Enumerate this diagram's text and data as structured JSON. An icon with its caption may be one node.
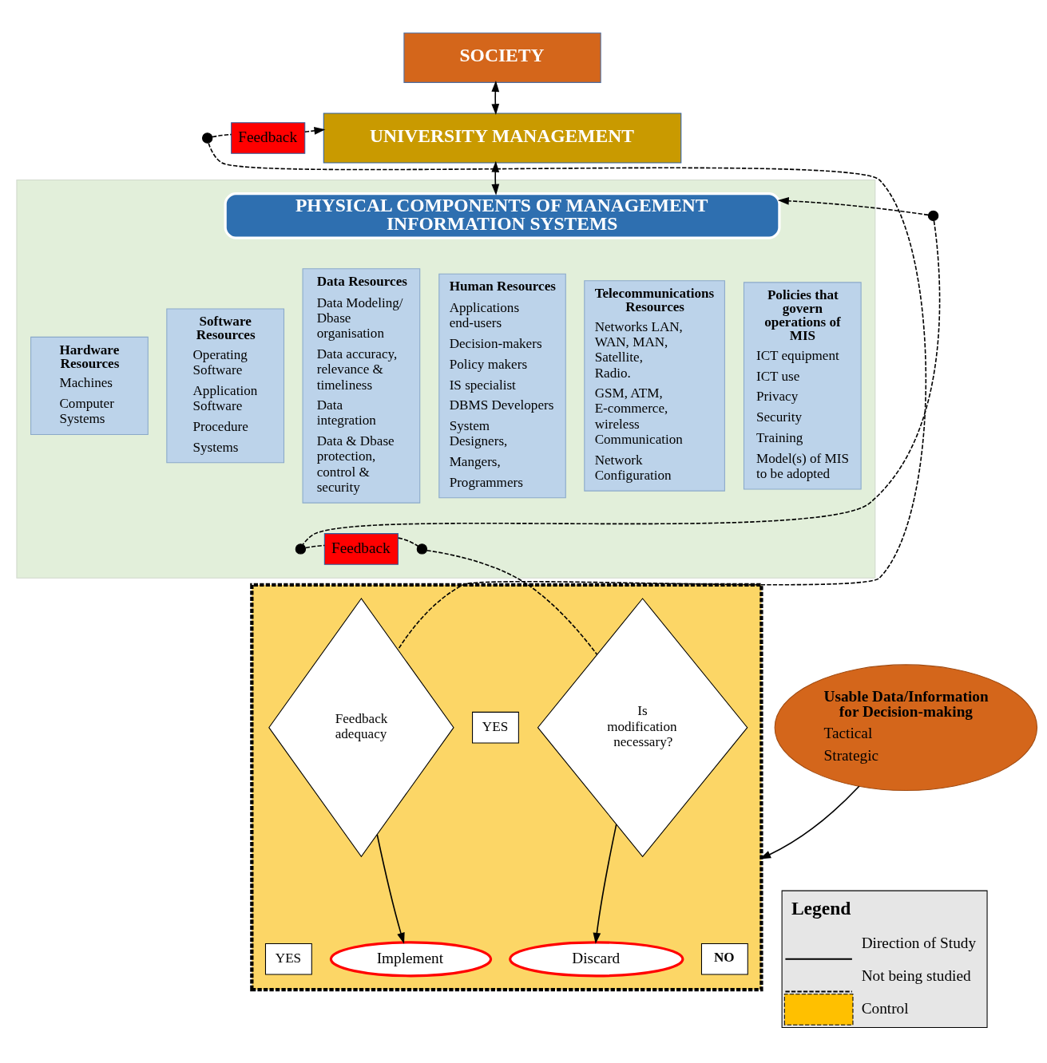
{
  "diagram": {
    "nodes": [
      {
        "text": [
          "SOCIETY"
        ]
      },
      {
        "text": [],
        "shape": "circle"
      },
      {
        "text": [
          "Feedback"
        ]
      },
      {
        "text": [
          "UNIVERSITY MANAGEMENT"
        ]
      },
      {
        "text": [],
        "shape": "box"
      },
      {
        "text": [],
        "shape": "circle"
      },
      {
        "text": [
          "PHYSICAL COMPONENTS OF MANAGEMENT INFORMATION SYSTEMS"
        ],
        "in": 4
      },
      {
        "text": [
          "Hardware Resources",
          "Machines",
          "Computer Systems"
        ],
        "in": 4
      },
      {
        "text": [
          "Software Resources",
          "Operating Software",
          "Application Software",
          "Procedure",
          "Systems"
        ],
        "in": 4
      },
      {
        "text": [
          "Data Resources",
          "Data Modeling/ Dbase organisation",
          "Data accuracy, relevance & timeliness",
          "Data integration",
          "Data & Dbase protection, control & security"
        ],
        "in": 4
      },
      {
        "text": [
          "Human Resources",
          "Applications end-users",
          "Decision-makers",
          "Policy makers",
          "IS specialist",
          "DBMS Developers",
          "System Designers,",
          "Mangers,",
          "Programmers"
        ],
        "in": 4
      },
      {
        "text": [
          "Telecommunications Resources",
          "Networks LAN, WAN, MAN, Satellite, Radio.",
          "GSM, ATM, E-commerce, wireless Communication",
          "Network Configuration"
        ],
        "in": 4
      },
      {
        "text": [
          "Policies that govern operations of MIS",
          "ICT equipment",
          "ICT use",
          "Privacy",
          "Security",
          "Training",
          "Model(s) of MIS to be adopted"
        ],
        "in": 4
      },
      {
        "text": [],
        "shape": "circle",
        "in": 4
      },
      {
        "text": [
          "Feedback"
        ],
        "in": 4
      },
      {
        "text": [],
        "shape": "circle",
        "in": 4
      },
      {
        "text": [],
        "shape": "box"
      },
      {
        "text": [
          "Feedback adequacy"
        ],
        "in": 16
      },
      {
        "text": [
          "YES"
        ],
        "in": 16
      },
      {
        "text": [
          "Is modification necessary?"
        ],
        "in": 16
      },
      {
        "text": [
          "Usable Data/Information for Decision-making",
          "Tactical",
          "Strategic"
        ]
      },
      {
        "text": [
          "YES"
        ],
        "in": 16
      },
      {
        "text": [
          "NO"
        ],
        "in": 16
      },
      {
        "text": [
          "Implement"
        ],
        "in": 16
      },
      {
        "text": [
          "Discard"
        ],
        "in": 16
      }
    ],
    "edges": [
      {
        "from": 0,
        "to": 3,
        "arrow": "both"
      },
      {
        "from": 3,
        "to": 6,
        "arrow": "both"
      },
      {
        "from": 1,
        "to": 2,
        "arrow": "none",
        "style": "dashed"
      },
      {
        "from": 2,
        "to": 3,
        "arrow": "to",
        "style": "dashed"
      },
      {
        "from": 1,
        "to": 17,
        "arrow": "none",
        "style": "dashed"
      },
      {
        "from": 5,
        "to": 6,
        "arrow": "to",
        "style": "dashed"
      },
      {
        "from": 5,
        "to": 13,
        "arrow": "none",
        "style": "dashed"
      },
      {
        "from": 13,
        "to": 14,
        "arrow": "none",
        "style": "dashed"
      },
      {
        "from": 14,
        "to": 15,
        "arrow": "none",
        "style": "dashed"
      },
      {
        "from": 15,
        "to": 19,
        "arrow": "none",
        "style": "dashed"
      },
      {
        "from": 17,
        "to": 23,
        "arrow": "to"
      },
      {
        "from": 19,
        "to": 24,
        "arrow": "to"
      },
      {
        "from": 20,
        "to": 16,
        "arrow": "to"
      }
    ],
    "labels": [
      "Legend"
    ],
    "legend": [
      {
        "text": "Direction of Study"
      },
      {
        "text": "Not being studied"
      },
      {
        "text": "Control",
        "color": "#ffc000"
      }
    ]
  }
}
